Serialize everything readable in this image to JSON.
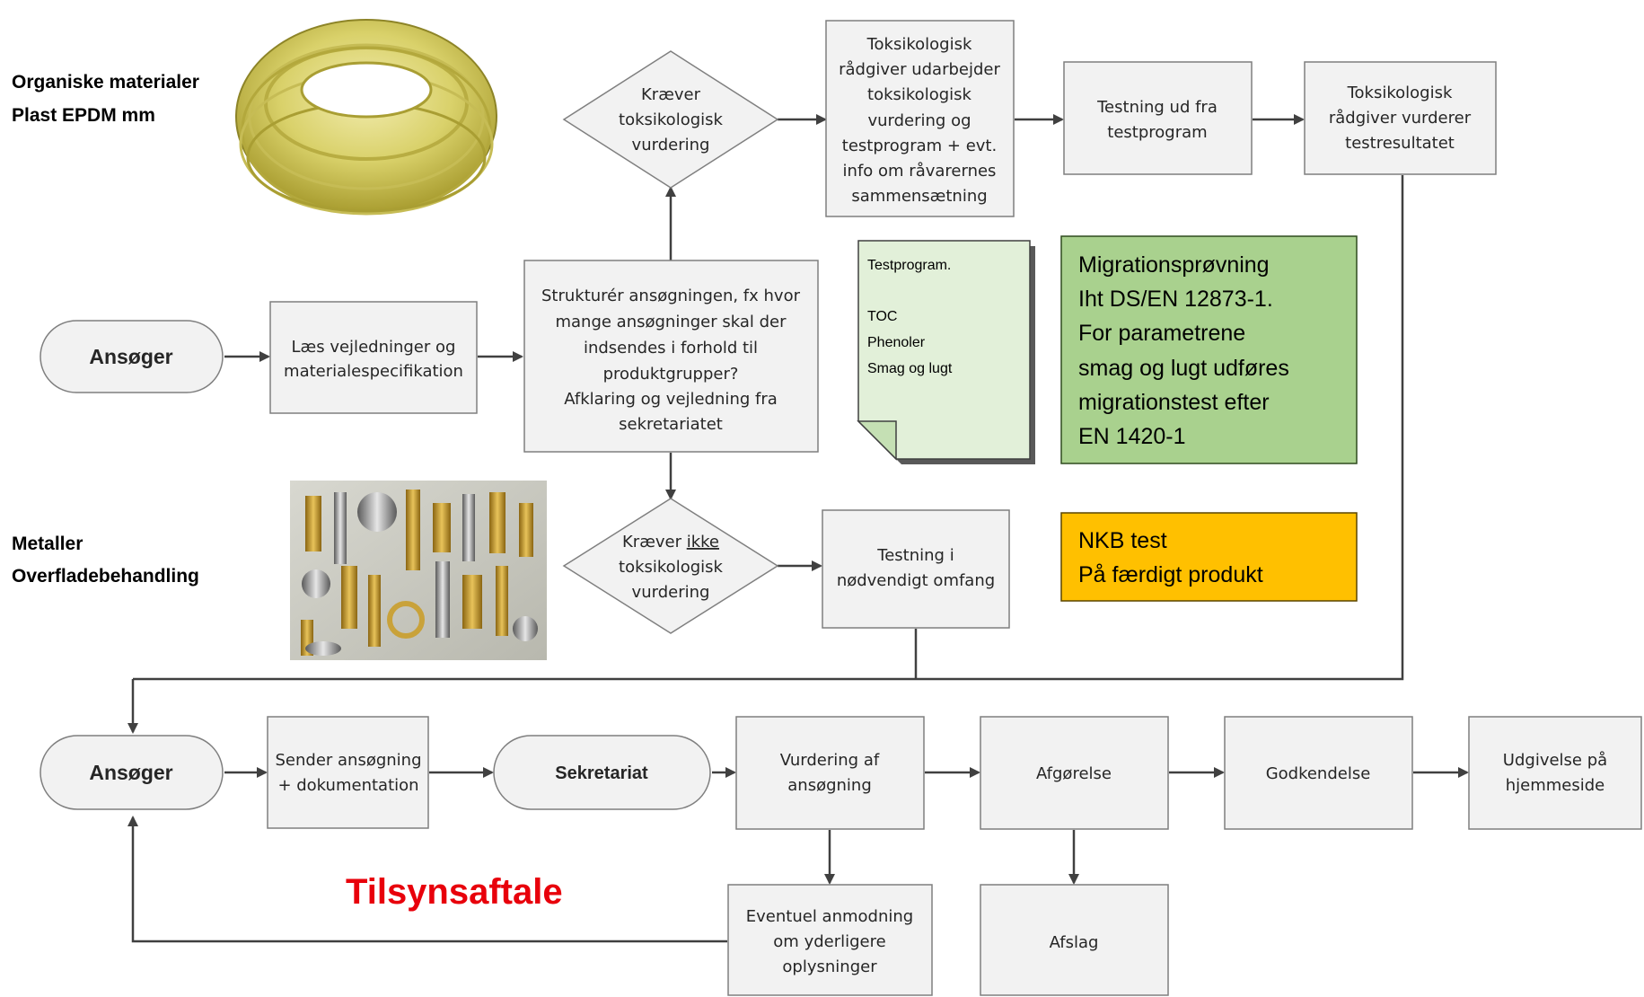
{
  "labels": {
    "organic_line1": "Organiske materialer",
    "organic_line2": "Plast EPDM mm",
    "metal_line1": "Metaller",
    "metal_line2": "Overfladebehandling",
    "tilsyn": "Tilsynsaftale"
  },
  "nodes": {
    "ansoger_top": "Ansøger",
    "laes": [
      "Læs vejledninger og",
      "materialespecifikation"
    ],
    "strukturer": [
      "Strukturér ansøgningen, fx  hvor",
      "mange ansøgninger skal der",
      "indsendes i forhold til",
      "produktgrupper?",
      "Afklaring og vejledning fra",
      "sekretariatet"
    ],
    "kraever": [
      "Kræver",
      "toksikologisk",
      "vurdering"
    ],
    "kraever_ikke": [
      "Kræver ",
      "ikke",
      "toksikologisk",
      "vurdering"
    ],
    "raadgiver_udarbejder": [
      "Toksikologisk",
      "rådgiver udarbejder",
      "toksikologisk",
      "vurdering og",
      "testprogram + evt.",
      "info om råvarernes",
      "sammensætning"
    ],
    "testning_testprogram": [
      "Testning ud fra",
      "testprogram"
    ],
    "raadgiver_vurderer": [
      "Toksikologisk",
      "rådgiver vurderer",
      "testresultatet"
    ],
    "testning_omfang": [
      "Testning i",
      "nødvendigt omfang"
    ],
    "ansoger_bottom": "Ansøger",
    "sender": [
      "Sender ansøgning",
      "+ dokumentation"
    ],
    "sekretariat": "Sekretariat",
    "vurdering": [
      "Vurdering af",
      "ansøgning"
    ],
    "afgoerelse": "Afgørelse",
    "godkendelse": "Godkendelse",
    "udgivelse": [
      "Udgivelse på",
      "hjemmeside"
    ],
    "anmodning": [
      "Eventuel anmodning",
      "om yderligere",
      "oplysninger"
    ],
    "afslag": "Afslag"
  },
  "notes": {
    "testprogram": [
      "Testprogram.",
      "",
      "TOC",
      "Phenoler",
      "Smag og lugt"
    ],
    "migration": [
      "Migrationsprøvning",
      " Iht DS/EN 12873-1.",
      "For parametrene",
      "smag og lugt udføres",
      "migrationstest efter",
      "EN 1420-1"
    ],
    "nkb": [
      "NKB test",
      "På færdigt produkt"
    ]
  },
  "colors": {
    "green_note": "#a9d18e",
    "light_green_note": "#e2f0d9",
    "orange_note": "#ffc000",
    "red_text": "#e8000b"
  },
  "icons": {
    "hose": "coiled-hose-image",
    "fittings": "metal-fittings-image"
  }
}
